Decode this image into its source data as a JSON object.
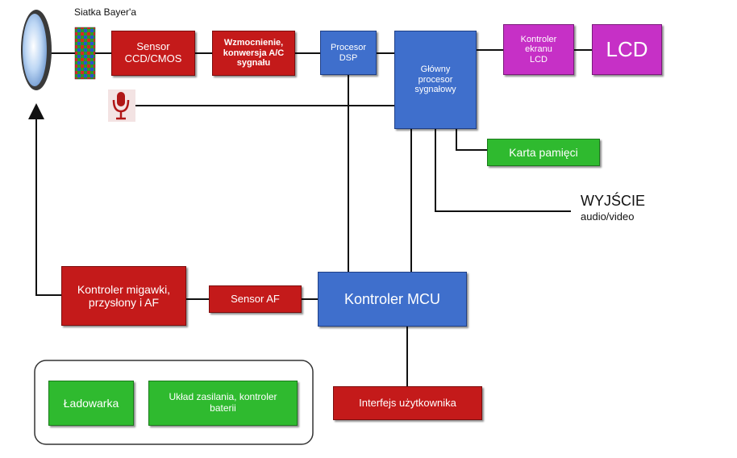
{
  "labels": {
    "bayer": "Siatka Bayer'a",
    "output_main": "WYJŚCIE",
    "output_sub": "audio/video"
  },
  "blocks": {
    "sensor": "Sensor\nCCD/CMOS",
    "amp": "Wzmocnienie,\nkonwersja A/C\nsygnału",
    "dsp": "Procesor\nDSP",
    "main_proc": "Główny\nprocesor\nsygnałowy",
    "lcd_ctrl": "Kontroler\nekranu\nLCD",
    "lcd": "LCD",
    "memory_card": "Karta pamięci",
    "shutter_ctrl": "Kontroler migawki,\nprzysłony i AF",
    "af_sensor": "Sensor AF",
    "mcu": "Kontroler MCU",
    "user_interface": "Interfejs użytkownika",
    "charger": "Ładowarka",
    "power": "Układ zasilania, kontroler\nbaterii"
  },
  "colors": {
    "red": "#c41a1a",
    "blue": "#3f6fcc",
    "green": "#2fba2f",
    "magenta": "#c630c6"
  }
}
